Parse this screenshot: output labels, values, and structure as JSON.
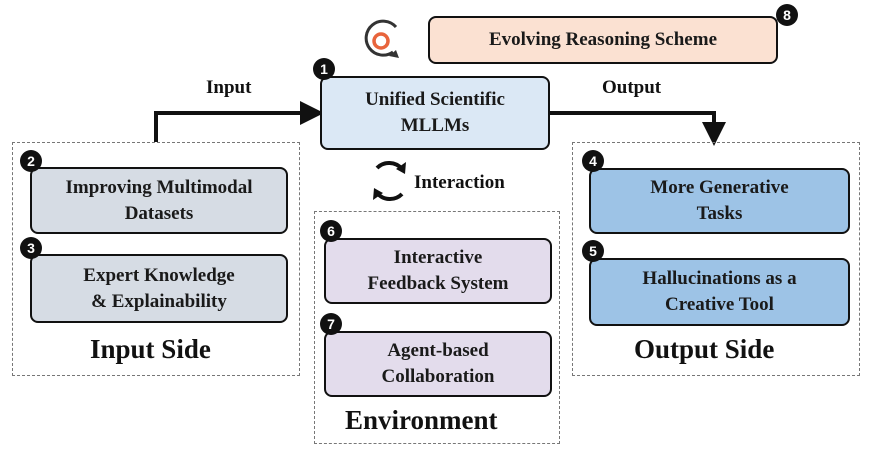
{
  "center": {
    "label": "Unified Scientific\nMLLMs",
    "badge": "1"
  },
  "evolving": {
    "label": "Evolving Reasoning Scheme",
    "badge": "8"
  },
  "flow": {
    "input_label": "Input",
    "output_label": "Output",
    "interaction_label": "Interaction"
  },
  "input_side": {
    "title": "Input Side",
    "items": [
      {
        "badge": "2",
        "label": "Improving Multimodal\nDatasets"
      },
      {
        "badge": "3",
        "label": "Expert Knowledge\n& Explainability"
      }
    ]
  },
  "environment": {
    "title": "Environment",
    "items": [
      {
        "badge": "6",
        "label": "Interactive\nFeedback System"
      },
      {
        "badge": "7",
        "label": "Agent-based\nCollaboration"
      }
    ]
  },
  "output_side": {
    "title": "Output Side",
    "items": [
      {
        "badge": "4",
        "label": "More Generative\nTasks"
      },
      {
        "badge": "5",
        "label": "Hallucinations as a\nCreative Tool"
      }
    ]
  },
  "colors": {
    "center_fill": "#dbe8f5",
    "evolving_fill": "#fbe1d2",
    "input_fill": "#d6dce4",
    "environment_fill": "#e3dcec",
    "output_fill": "#9dc3e6",
    "reasoning_icon_accent": "#e8643c"
  },
  "icons": {
    "reasoning": "cycle-reasoning-icon",
    "interaction": "cycle-arrows-icon"
  }
}
